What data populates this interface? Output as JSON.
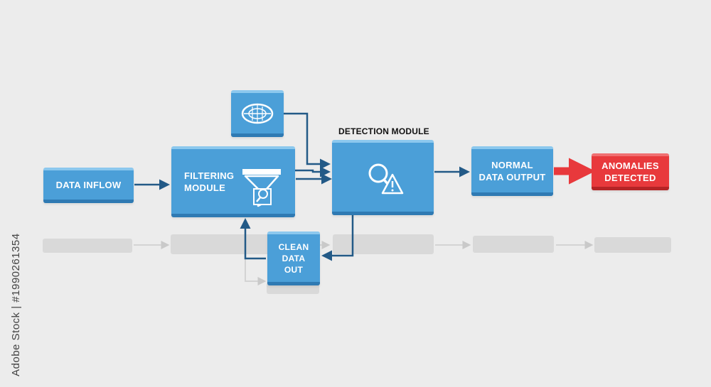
{
  "diagram": {
    "nodes": {
      "data_inflow": "DATA INFLOW",
      "filtering_module": [
        "FILTERING",
        "MODULE"
      ],
      "detection_module_title": "DETECTION MODULE",
      "normal_output": [
        "NORMAL",
        "DATA OUTPUT"
      ],
      "anomalies": [
        "ANOMALIES",
        "DETECTED"
      ],
      "clean_data": [
        "CLEAN",
        "DATA",
        "OUT"
      ]
    },
    "icons": {
      "top_box": "sensor-eye-icon",
      "filtering": "funnel-icon",
      "detection": "magnifier-warning-icon"
    },
    "colors": {
      "box": "#4b9fd8",
      "alert": "#e8393c",
      "connector": "#235a87",
      "background": "#ececec"
    }
  },
  "watermark": "Adobe Stock | #1990261354"
}
